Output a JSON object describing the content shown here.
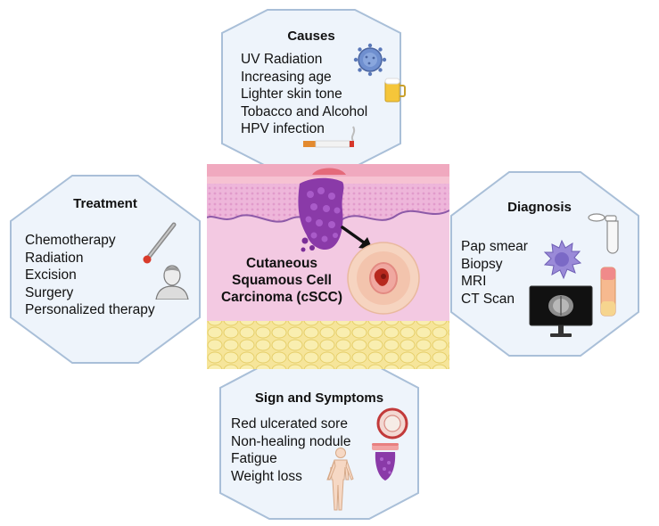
{
  "causes": {
    "title": "Causes",
    "items": [
      "UV Radiation",
      "Increasing age",
      "Lighter skin tone",
      "Tobacco and Alcohol",
      "HPV infection"
    ]
  },
  "treatment": {
    "title": "Treatment",
    "items": [
      "Chemotherapy",
      "Radiation",
      "Excision",
      "Surgery",
      "Personalized therapy"
    ]
  },
  "diagnosis": {
    "title": "Diagnosis",
    "items": [
      "Pap smear",
      "Biopsy",
      "MRI",
      "CT Scan"
    ]
  },
  "symptoms": {
    "title": "Sign and Symptoms",
    "items": [
      "Red ulcerated sore",
      "Non-healing nodule",
      "Fatigue",
      "Weight loss"
    ]
  },
  "center": {
    "title_lines": [
      "Cutaneous",
      "Squamous Cell",
      "Carcinoma (cSCC)"
    ]
  },
  "colors": {
    "hex_fill": "#eef4fb",
    "hex_stroke": "#a9bfd8",
    "tumor": "#8a3aa8",
    "dermis": "#f3c6e0",
    "fat": "#f6e59a"
  },
  "icons": [
    "virus-icon",
    "beer-mug-icon",
    "cigarette-icon",
    "brush-applicator-icon",
    "person-bust-icon",
    "test-tube-icon",
    "immune-cell-icon",
    "tissue-sample-icon",
    "mri-monitor-icon",
    "ulcer-sore-icon",
    "nodule-icon",
    "human-body-icon",
    "arrow-icon"
  ]
}
